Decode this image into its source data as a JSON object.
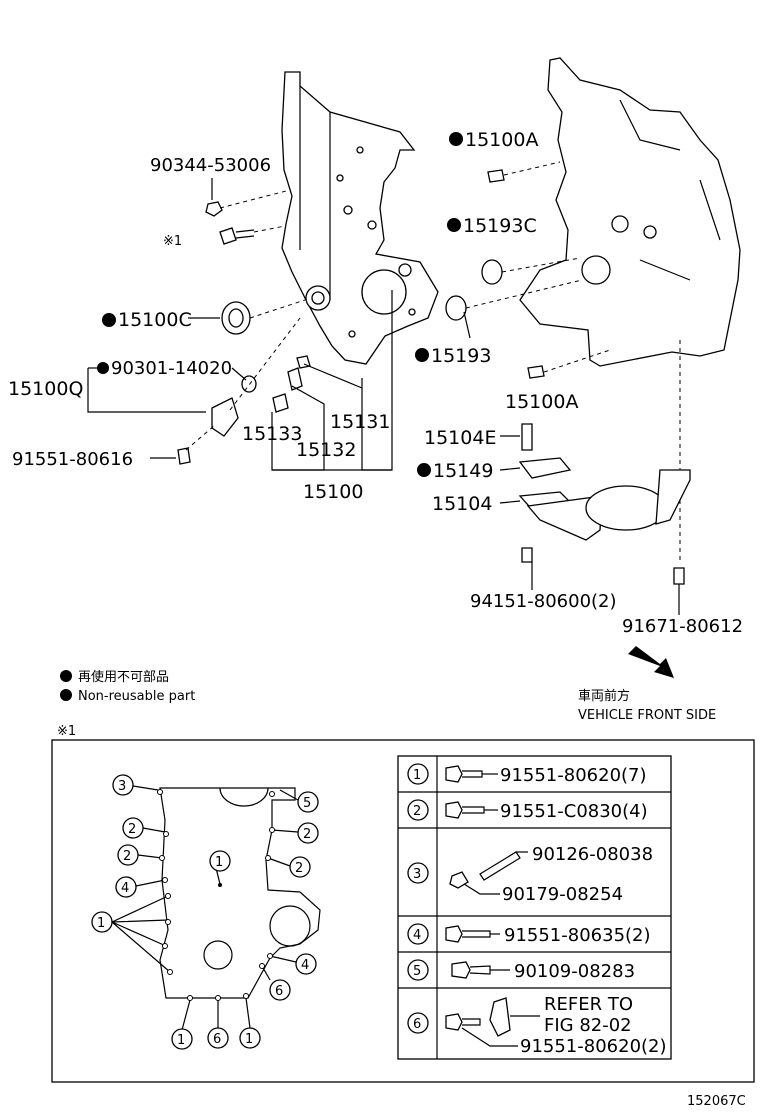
{
  "labels": {
    "p90344": "90344-53006",
    "note_ref": "※1",
    "p15100c": "15100C",
    "p90301": "90301-14020",
    "p15100q": "15100Q",
    "p91551": "91551-80616",
    "p15133": "15133",
    "p15132": "15132",
    "p15131": "15131",
    "p15100": "15100",
    "p15100a_top": "15100A",
    "p15193c": "15193C",
    "p15193": "15193",
    "p15100a_bot": "15100A",
    "p15104e": "15104E",
    "p15149": "15149",
    "p15104": "15104",
    "p94151": "94151-80600(2)",
    "p91671": "91671-80612"
  },
  "legend": {
    "jp": "再使用不可部品",
    "en": "Non-reusable part"
  },
  "front": {
    "jp": "車両前方",
    "en": "VEHICLE FRONT SIDE"
  },
  "detail": {
    "ref": "※1",
    "rows": [
      {
        "n": "1",
        "parts": [
          "91551-80620(7)"
        ]
      },
      {
        "n": "2",
        "parts": [
          "91551-C0830(4)"
        ]
      },
      {
        "n": "3",
        "parts": [
          "90126-08038",
          "90179-08254"
        ]
      },
      {
        "n": "4",
        "parts": [
          "91551-80635(2)"
        ]
      },
      {
        "n": "5",
        "parts": [
          "90109-08283"
        ]
      },
      {
        "n": "6",
        "parts": [
          "REFER TO",
          "FIG 82-02",
          "91551-80620(2)"
        ]
      }
    ],
    "callouts": [
      "3",
      "2",
      "2",
      "4",
      "1",
      "1",
      "6",
      "1",
      "6",
      "4",
      "2",
      "2",
      "5",
      "1"
    ]
  },
  "figure_id": "152067C"
}
